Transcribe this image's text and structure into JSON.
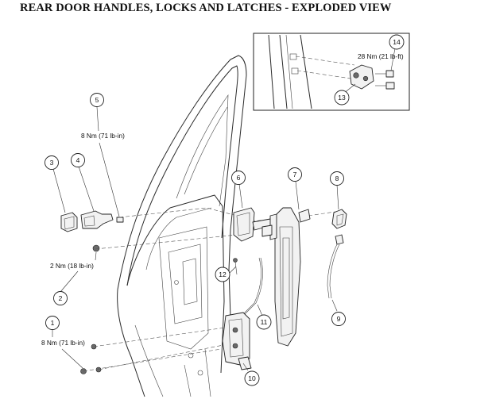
{
  "title": "REAR DOOR HANDLES, LOCKS AND LATCHES - EXPLODED VIEW",
  "callouts": {
    "c1": "1",
    "c2": "2",
    "c3": "3",
    "c4": "4",
    "c5": "5",
    "c6": "6",
    "c7": "7",
    "c8": "8",
    "c9": "9",
    "c10": "10",
    "c11": "11",
    "c12": "12",
    "c13": "13",
    "c14": "14"
  },
  "torque_specs": {
    "t5": "8 Nm (71 lb-in)",
    "t2": "2 Nm (18 lb-in)",
    "t1": "8 Nm (71 lb-in)",
    "t14": "28 Nm (21 lb-ft)"
  }
}
